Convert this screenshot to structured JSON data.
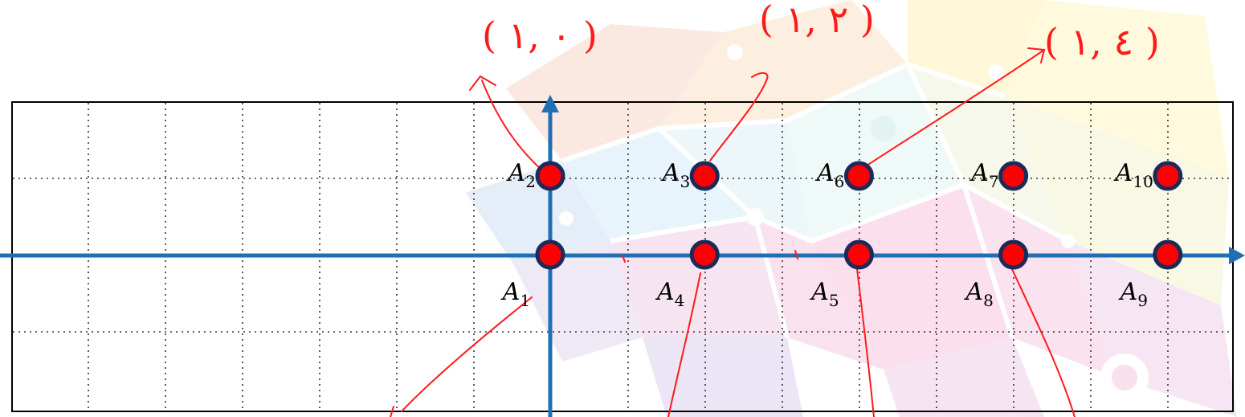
{
  "annotations": {
    "coord_1": "( ٠ ,١ )",
    "coord_2": "( ٢ ,١ )",
    "coord_3": "( ٤ ,١ )"
  },
  "points": [
    {
      "label": "A",
      "sub": "1",
      "col": 0,
      "row": 0,
      "label_side": "below"
    },
    {
      "label": "A",
      "sub": "2",
      "col": 0,
      "row": 1,
      "label_side": "left"
    },
    {
      "label": "A",
      "sub": "3",
      "col": 2,
      "row": 1,
      "label_side": "left"
    },
    {
      "label": "A",
      "sub": "4",
      "col": 2,
      "row": 0,
      "label_side": "below"
    },
    {
      "label": "A",
      "sub": "5",
      "col": 4,
      "row": 0,
      "label_side": "below"
    },
    {
      "label": "A",
      "sub": "6",
      "col": 4,
      "row": 1,
      "label_side": "left"
    },
    {
      "label": "A",
      "sub": "7",
      "col": 6,
      "row": 1,
      "label_side": "left"
    },
    {
      "label": "A",
      "sub": "8",
      "col": 6,
      "row": 0,
      "label_side": "below"
    },
    {
      "label": "A",
      "sub": "9",
      "col": 8,
      "row": 0,
      "label_side": "below"
    },
    {
      "label": "A",
      "sub": "10",
      "col": 8,
      "row": 1,
      "label_side": "left"
    }
  ],
  "colors": {
    "axis": "#1f6fb5",
    "point_fill": "#ff0000",
    "point_stroke": "#1c2a5a",
    "ink": "#ff1a1a",
    "grid": "#333333"
  }
}
